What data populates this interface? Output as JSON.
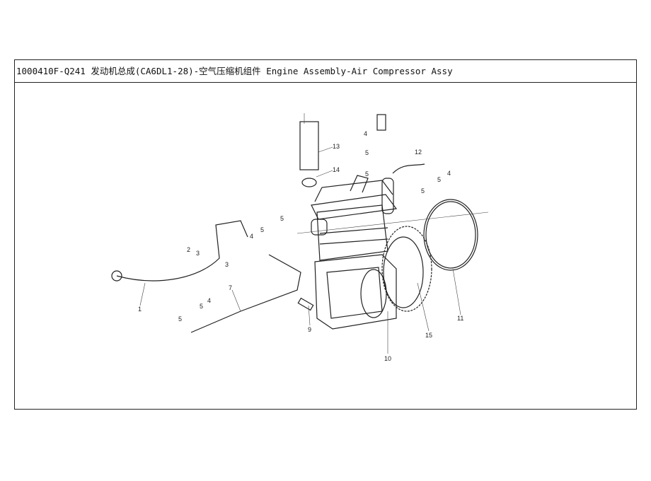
{
  "header": {
    "title": "1000410F-Q241 发动机总成(CA6DL1-28)-空气压缩机组件 Engine Assembly-Air Compressor Assy"
  },
  "callouts": [
    {
      "id": "c13",
      "text": "13"
    },
    {
      "id": "c14",
      "text": "14"
    },
    {
      "id": "c4a",
      "text": "4"
    },
    {
      "id": "c5a",
      "text": "5"
    },
    {
      "id": "c12",
      "text": "12"
    },
    {
      "id": "c5b",
      "text": "5"
    },
    {
      "id": "c4b",
      "text": "4"
    },
    {
      "id": "c5c",
      "text": "5"
    },
    {
      "id": "c5d",
      "text": "5"
    },
    {
      "id": "c5e",
      "text": "5"
    },
    {
      "id": "c4c",
      "text": "4"
    },
    {
      "id": "c5f",
      "text": "5"
    },
    {
      "id": "c2",
      "text": "2"
    },
    {
      "id": "c3a",
      "text": "3"
    },
    {
      "id": "c3b",
      "text": "3"
    },
    {
      "id": "c1",
      "text": "1"
    },
    {
      "id": "c7",
      "text": "7"
    },
    {
      "id": "c4d",
      "text": "4"
    },
    {
      "id": "c5g",
      "text": "5"
    },
    {
      "id": "c5h",
      "text": "5"
    },
    {
      "id": "c9",
      "text": "9"
    },
    {
      "id": "c10",
      "text": "10"
    },
    {
      "id": "c15",
      "text": "15"
    },
    {
      "id": "c11",
      "text": "11"
    }
  ]
}
